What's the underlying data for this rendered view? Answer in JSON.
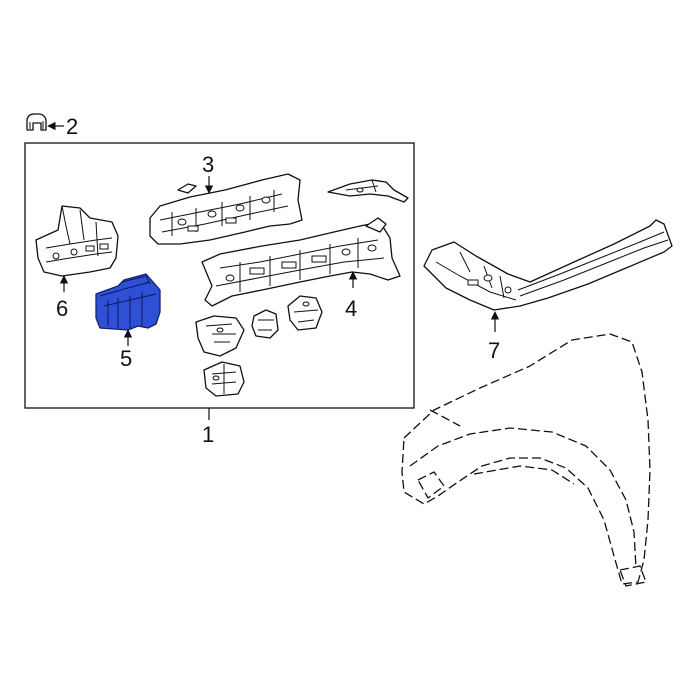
{
  "callouts": {
    "c1": "1",
    "c2": "2",
    "c3": "3",
    "c4": "4",
    "c5": "5",
    "c6": "6",
    "c7": "7"
  },
  "colors": {
    "highlight": "#2f4fd6",
    "line": "#111111",
    "background": "#ffffff"
  }
}
